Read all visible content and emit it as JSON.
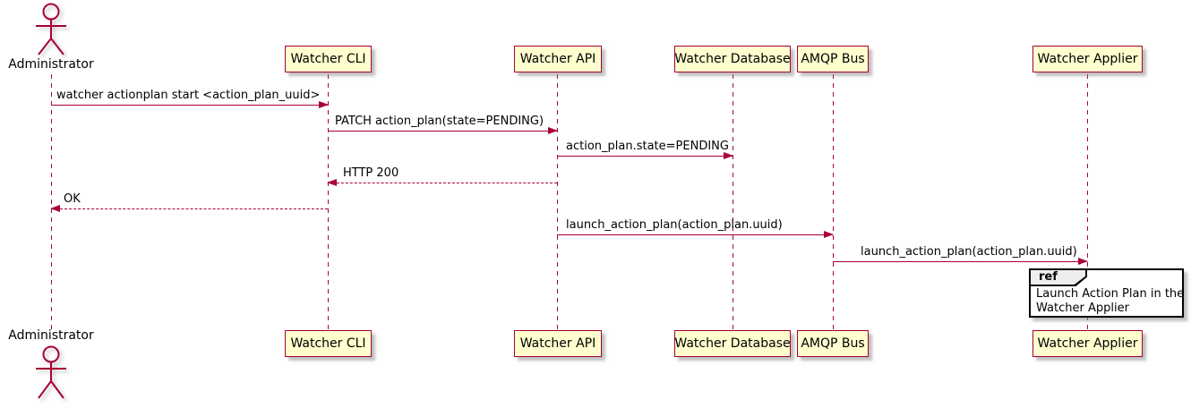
{
  "diagram_type": "uml-sequence",
  "participants": [
    {
      "name": "Administrator",
      "kind": "actor"
    },
    {
      "name": "Watcher CLI",
      "kind": "participant"
    },
    {
      "name": "Watcher API",
      "kind": "participant"
    },
    {
      "name": "Watcher Database",
      "kind": "participant"
    },
    {
      "name": "AMQP Bus",
      "kind": "participant"
    },
    {
      "name": "Watcher Applier",
      "kind": "participant"
    }
  ],
  "messages": [
    {
      "from": "Administrator",
      "to": "Watcher CLI",
      "label": "watcher actionplan start <action_plan_uuid>",
      "line": "solid"
    },
    {
      "from": "Watcher CLI",
      "to": "Watcher API",
      "label": "PATCH action_plan(state=PENDING)",
      "line": "solid"
    },
    {
      "from": "Watcher API",
      "to": "Watcher Database",
      "label": "action_plan.state=PENDING",
      "line": "solid"
    },
    {
      "from": "Watcher API",
      "to": "Watcher CLI",
      "label": "HTTP 200",
      "line": "dashed"
    },
    {
      "from": "Watcher CLI",
      "to": "Administrator",
      "label": "OK",
      "line": "dashed"
    },
    {
      "from": "Watcher API",
      "to": "AMQP Bus",
      "label": "launch_action_plan(action_plan.uuid)",
      "line": "solid"
    },
    {
      "from": "AMQP Bus",
      "to": "Watcher Applier",
      "label": "launch_action_plan(action_plan.uuid)",
      "line": "solid"
    }
  ],
  "ref_frame": {
    "keyword": "ref",
    "over": "Watcher Applier",
    "line1": "Launch Action Plan in the",
    "line2": "Watcher Applier"
  },
  "colors": {
    "participant_fill": "#FEFECE",
    "stroke": "#A80036",
    "ref_label_fill": "#EEEEEE",
    "ref_border": "#000000",
    "text": "#000000",
    "background": "#FFFFFF"
  }
}
